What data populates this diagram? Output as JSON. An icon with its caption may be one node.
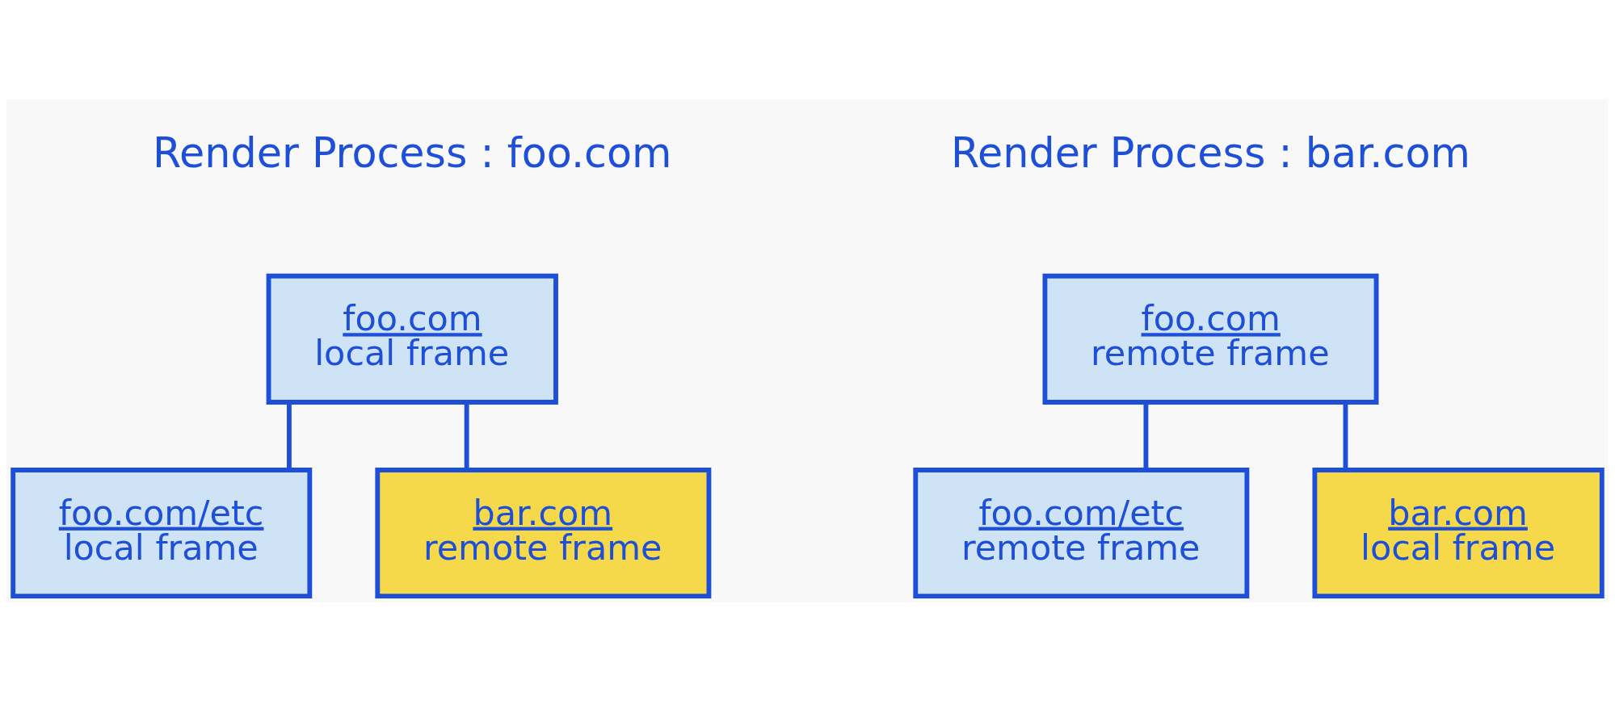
{
  "diagram": {
    "nodes": [
      {
        "text": [
          "foo.com",
          "local frame"
        ]
      },
      {
        "text": [
          "foo.com/etc",
          "local frame"
        ]
      },
      {
        "text": [
          "bar.com",
          "remote frame"
        ]
      },
      {
        "text": [
          "foo.com",
          "remote frame"
        ]
      },
      {
        "text": [
          "foo.com/etc",
          "remote frame"
        ]
      },
      {
        "text": [
          "bar.com",
          "local frame"
        ]
      }
    ],
    "edges": [
      {
        "from": 0,
        "to": 1,
        "arrow": "none"
      },
      {
        "from": 0,
        "to": 2,
        "arrow": "none"
      },
      {
        "from": 3,
        "to": 4,
        "arrow": "none"
      },
      {
        "from": 3,
        "to": 5,
        "arrow": "none"
      }
    ],
    "labels": [
      "Render Process : foo.com",
      "Render Process : bar.com"
    ]
  }
}
